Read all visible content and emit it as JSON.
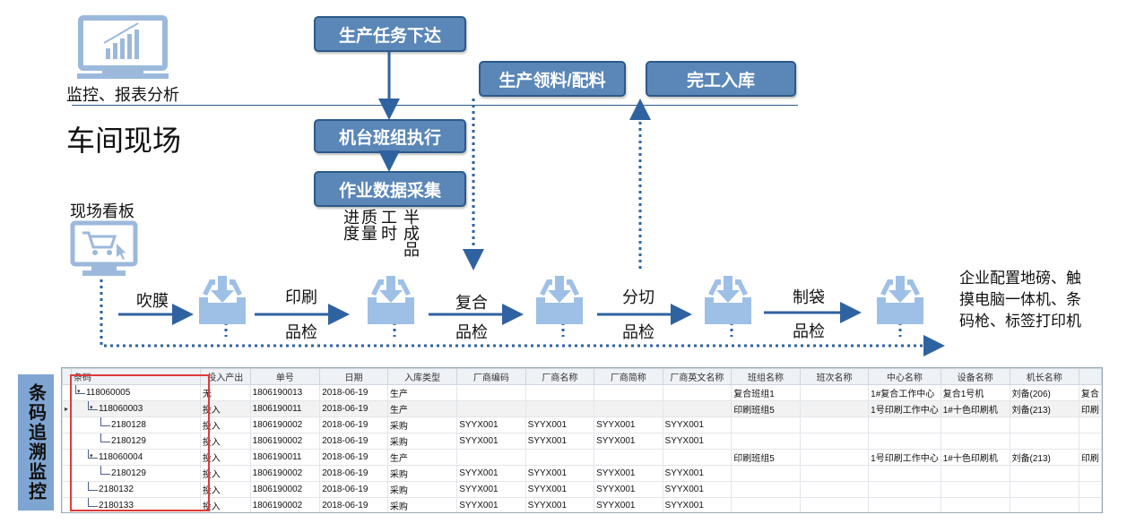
{
  "top": {
    "monitor_label": "监控、报表分析",
    "workshop_title": "车间现场",
    "board_label": "现场看板"
  },
  "boxes": {
    "task_issue": "生产任务下达",
    "machine_exec": "机台班组执行",
    "data_collect": "作业数据采集",
    "material": "生产领料/配料",
    "warehousing": "完工入库"
  },
  "collect_items": [
    "进度",
    "质量",
    "工时",
    "半成品"
  ],
  "steps": [
    {
      "top": "吹膜",
      "bottom": ""
    },
    {
      "top": "印刷",
      "bottom": "品检"
    },
    {
      "top": "复合",
      "bottom": "品检"
    },
    {
      "top": "分切",
      "bottom": "品检"
    },
    {
      "top": "制袋",
      "bottom": "品检"
    }
  ],
  "hardware_note": [
    "企业配置地磅、触",
    "摸电脑一体机、条",
    "码枪、标签打印机"
  ],
  "side_label": "条码追溯监控",
  "table": {
    "columns": [
      "条码",
      "投入产出",
      "单号",
      "日期",
      "入库类型",
      "厂商编码",
      "厂商名称",
      "厂商简称",
      "厂商英文名称",
      "班组名称",
      "班次名称",
      "中心名称",
      "设备名称",
      "机长名称",
      ""
    ],
    "rows": [
      {
        "level": 0,
        "cells": [
          "118060005",
          "无",
          "1806190013",
          "2018-06-19",
          "生产",
          "",
          "",
          "",
          "",
          "复合班组1",
          "",
          "1#复合工作中心",
          "复合1号机",
          "刘备(206)",
          "复合"
        ]
      },
      {
        "level": 1,
        "cells": [
          "118060003",
          "投入",
          "1806190011",
          "2018-06-19",
          "生产",
          "",
          "",
          "",
          "",
          "印刷班组5",
          "",
          "1号印刷工作中心",
          "1#十色印刷机",
          "刘备(213)",
          "印刷"
        ]
      },
      {
        "level": 2,
        "cells": [
          "2180128",
          "投入",
          "1806190002",
          "2018-06-19",
          "采购",
          "SYYX001",
          "SYYX001",
          "SYYX001",
          "SYYX001",
          "",
          "",
          "",
          "",
          "",
          ""
        ]
      },
      {
        "level": 2,
        "cells": [
          "2180129",
          "投入",
          "1806190002",
          "2018-06-19",
          "采购",
          "SYYX001",
          "SYYX001",
          "SYYX001",
          "SYYX001",
          "",
          "",
          "",
          "",
          "",
          ""
        ]
      },
      {
        "level": 1,
        "cells": [
          "118060004",
          "投入",
          "1806190011",
          "2018-06-19",
          "生产",
          "",
          "",
          "",
          "",
          "印刷班组5",
          "",
          "1号印刷工作中心",
          "1#十色印刷机",
          "刘备(213)",
          "印刷"
        ]
      },
      {
        "level": 2,
        "cells": [
          "2180129",
          "投入",
          "1806190002",
          "2018-06-19",
          "采购",
          "SYYX001",
          "SYYX001",
          "SYYX001",
          "SYYX001",
          "",
          "",
          "",
          "",
          "",
          ""
        ]
      },
      {
        "level": 1,
        "cells": [
          "2180132",
          "投入",
          "1806190002",
          "2018-06-19",
          "采购",
          "SYYX001",
          "SYYX001",
          "SYYX001",
          "SYYX001",
          "",
          "",
          "",
          "",
          "",
          ""
        ]
      },
      {
        "level": 1,
        "cells": [
          "2180133",
          "投入",
          "1806190002",
          "2018-06-19",
          "采购",
          "SYYX001",
          "SYYX001",
          "SYYX001",
          "SYYX001",
          "",
          "",
          "",
          "",
          "",
          ""
        ]
      }
    ]
  },
  "colors": {
    "box_fill": "#5a86b8",
    "box_border": "#2c5a89",
    "arrow": "#2f62a0",
    "tray": "#9ec0e6",
    "highlight": "#e03a3a",
    "sidebar": "#7fa5d3"
  }
}
